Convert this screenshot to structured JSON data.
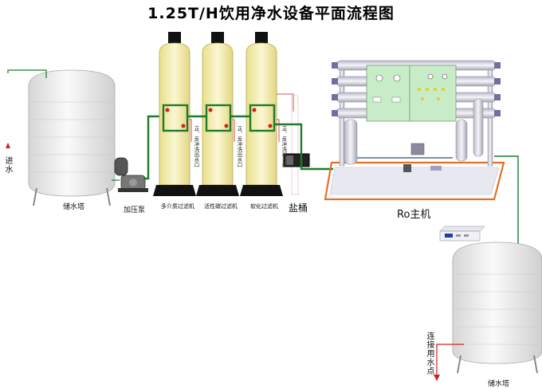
{
  "title": "1.25T/H饮用净水设备平面流程图",
  "labels": {
    "inlet": "进水",
    "storage_tank": "储水塔",
    "pressure_pump": "加压泵",
    "multi_media_filter": "多介质过滤机",
    "carbon_filter": "活性碳过滤机",
    "softener_filter": "软化过滤机",
    "salt_tank": "盐桶",
    "ro_unit": "Ro主机",
    "product_tank": "储水塔",
    "user_outlet": "连接用水点",
    "flush_outlet_1": "正、反冲洗出水口",
    "flush_outlet_2": "正、反冲洗出水口",
    "flush_outlet_3": "正、反冲洗出水口"
  },
  "colors": {
    "pipe_green": "#1f7a2c",
    "pipe_red": "#d02020",
    "frame_orange": "#e0702a",
    "tank_body": "#eeeeee",
    "filter_body": "#f4efb0",
    "valve_black": "#111111",
    "panel_green": "#c8ecc8"
  },
  "icons": {
    "inlet_arrow": "arrow-up-icon",
    "outlet_arrow": "arrow-down-icon"
  }
}
